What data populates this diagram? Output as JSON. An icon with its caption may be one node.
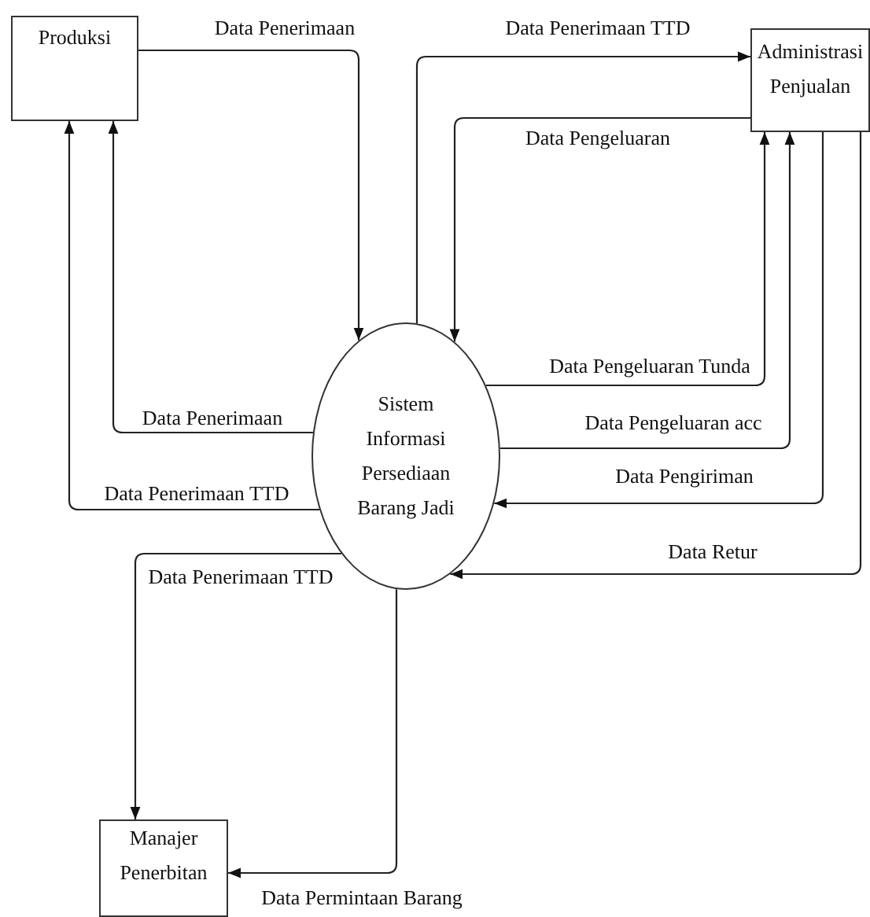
{
  "diagram": {
    "nodes": [
      {
        "text": [
          "Produksi"
        ]
      },
      {
        "text": [
          "Administrasi Penjualan"
        ]
      },
      {
        "text": [
          "Sistem Informasi Persediaan Barang Jadi"
        ]
      },
      {
        "text": [
          "Manajer Penerbitan"
        ]
      }
    ],
    "edges": [
      {
        "from": 0,
        "to": 2,
        "arrow": "to",
        "label": "Data Penerimaan"
      },
      {
        "from": 2,
        "to": 1,
        "arrow": "to",
        "label": "Data Penerimaan TTD"
      },
      {
        "from": 1,
        "to": 2,
        "arrow": "to",
        "label": "Data Pengeluaran"
      },
      {
        "from": 2,
        "to": 1,
        "arrow": "to",
        "label": "Data Pengeluaran Tunda"
      },
      {
        "from": 2,
        "to": 1,
        "arrow": "to",
        "label": "Data Pengeluaran acc"
      },
      {
        "from": 1,
        "to": 2,
        "arrow": "to",
        "label": "Data Pengiriman"
      },
      {
        "from": 1,
        "to": 2,
        "arrow": "to",
        "label": "Data Retur"
      },
      {
        "from": 2,
        "to": 0,
        "arrow": "to",
        "label": "Data Penerimaan"
      },
      {
        "from": 2,
        "to": 0,
        "arrow": "to",
        "label": "Data Penerimaan TTD"
      },
      {
        "from": 2,
        "to": 3,
        "arrow": "to",
        "label": "Data Penerimaan TTD"
      },
      {
        "from": 2,
        "to": 3,
        "arrow": "to",
        "label": "Data Permintaan Barang"
      }
    ]
  }
}
